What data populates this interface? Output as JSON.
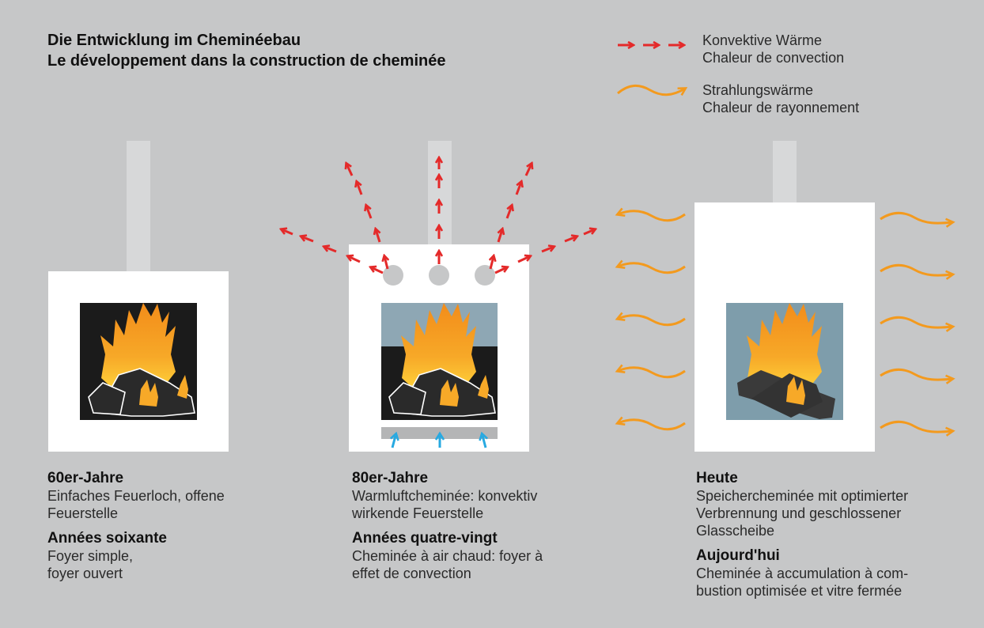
{
  "title": {
    "line1": "Die Entwicklung im Cheminéebau",
    "line2": "Le développement dans la construction de cheminée"
  },
  "legend": {
    "convective": {
      "de": "Konvektive Wärme",
      "fr": "Chaleur de convection",
      "icon": "red-dashed-arrow-icon",
      "color": "#e42a2a"
    },
    "radiant": {
      "de": "Strahlungswärme",
      "fr": "Chaleur de rayonnement",
      "icon": "orange-wavy-arrow-icon",
      "color": "#f39a1e"
    }
  },
  "columns": [
    {
      "de_heading": "60er-Jahre",
      "de_lines": [
        "Einfaches Feuerloch, offene",
        "Feuerstelle"
      ],
      "fr_heading": "Années soixante",
      "fr_lines": [
        "Foyer simple,",
        "foyer ouvert"
      ]
    },
    {
      "de_heading": "80er-Jahre",
      "de_lines": [
        "Warmluftcheminée: konvektiv",
        "wirkende Feuerstelle"
      ],
      "fr_heading": "Années quatre-vingt",
      "fr_lines": [
        "Cheminée à air chaud: foyer à",
        "effet de convection"
      ]
    },
    {
      "de_heading": "Heute",
      "de_lines": [
        "Speichercheminée mit optimierter",
        "Verbrennung und geschlossener",
        "Glasscheibe"
      ],
      "fr_heading": "Aujourd'hui",
      "fr_lines": [
        "Cheminée à accumulation à com-",
        "bustion optimisée et vitre fermée"
      ]
    }
  ],
  "colors": {
    "background": "#c6c7c8",
    "stove_body": "#ffffff",
    "chimney": "#d7d8d9",
    "firebox_dark": "#1b1b1b",
    "glass": "#7e9dab",
    "flame_outer": "#f39a1e",
    "flame_inner": "#ffd23a",
    "cool_air": "#27a9e1"
  }
}
